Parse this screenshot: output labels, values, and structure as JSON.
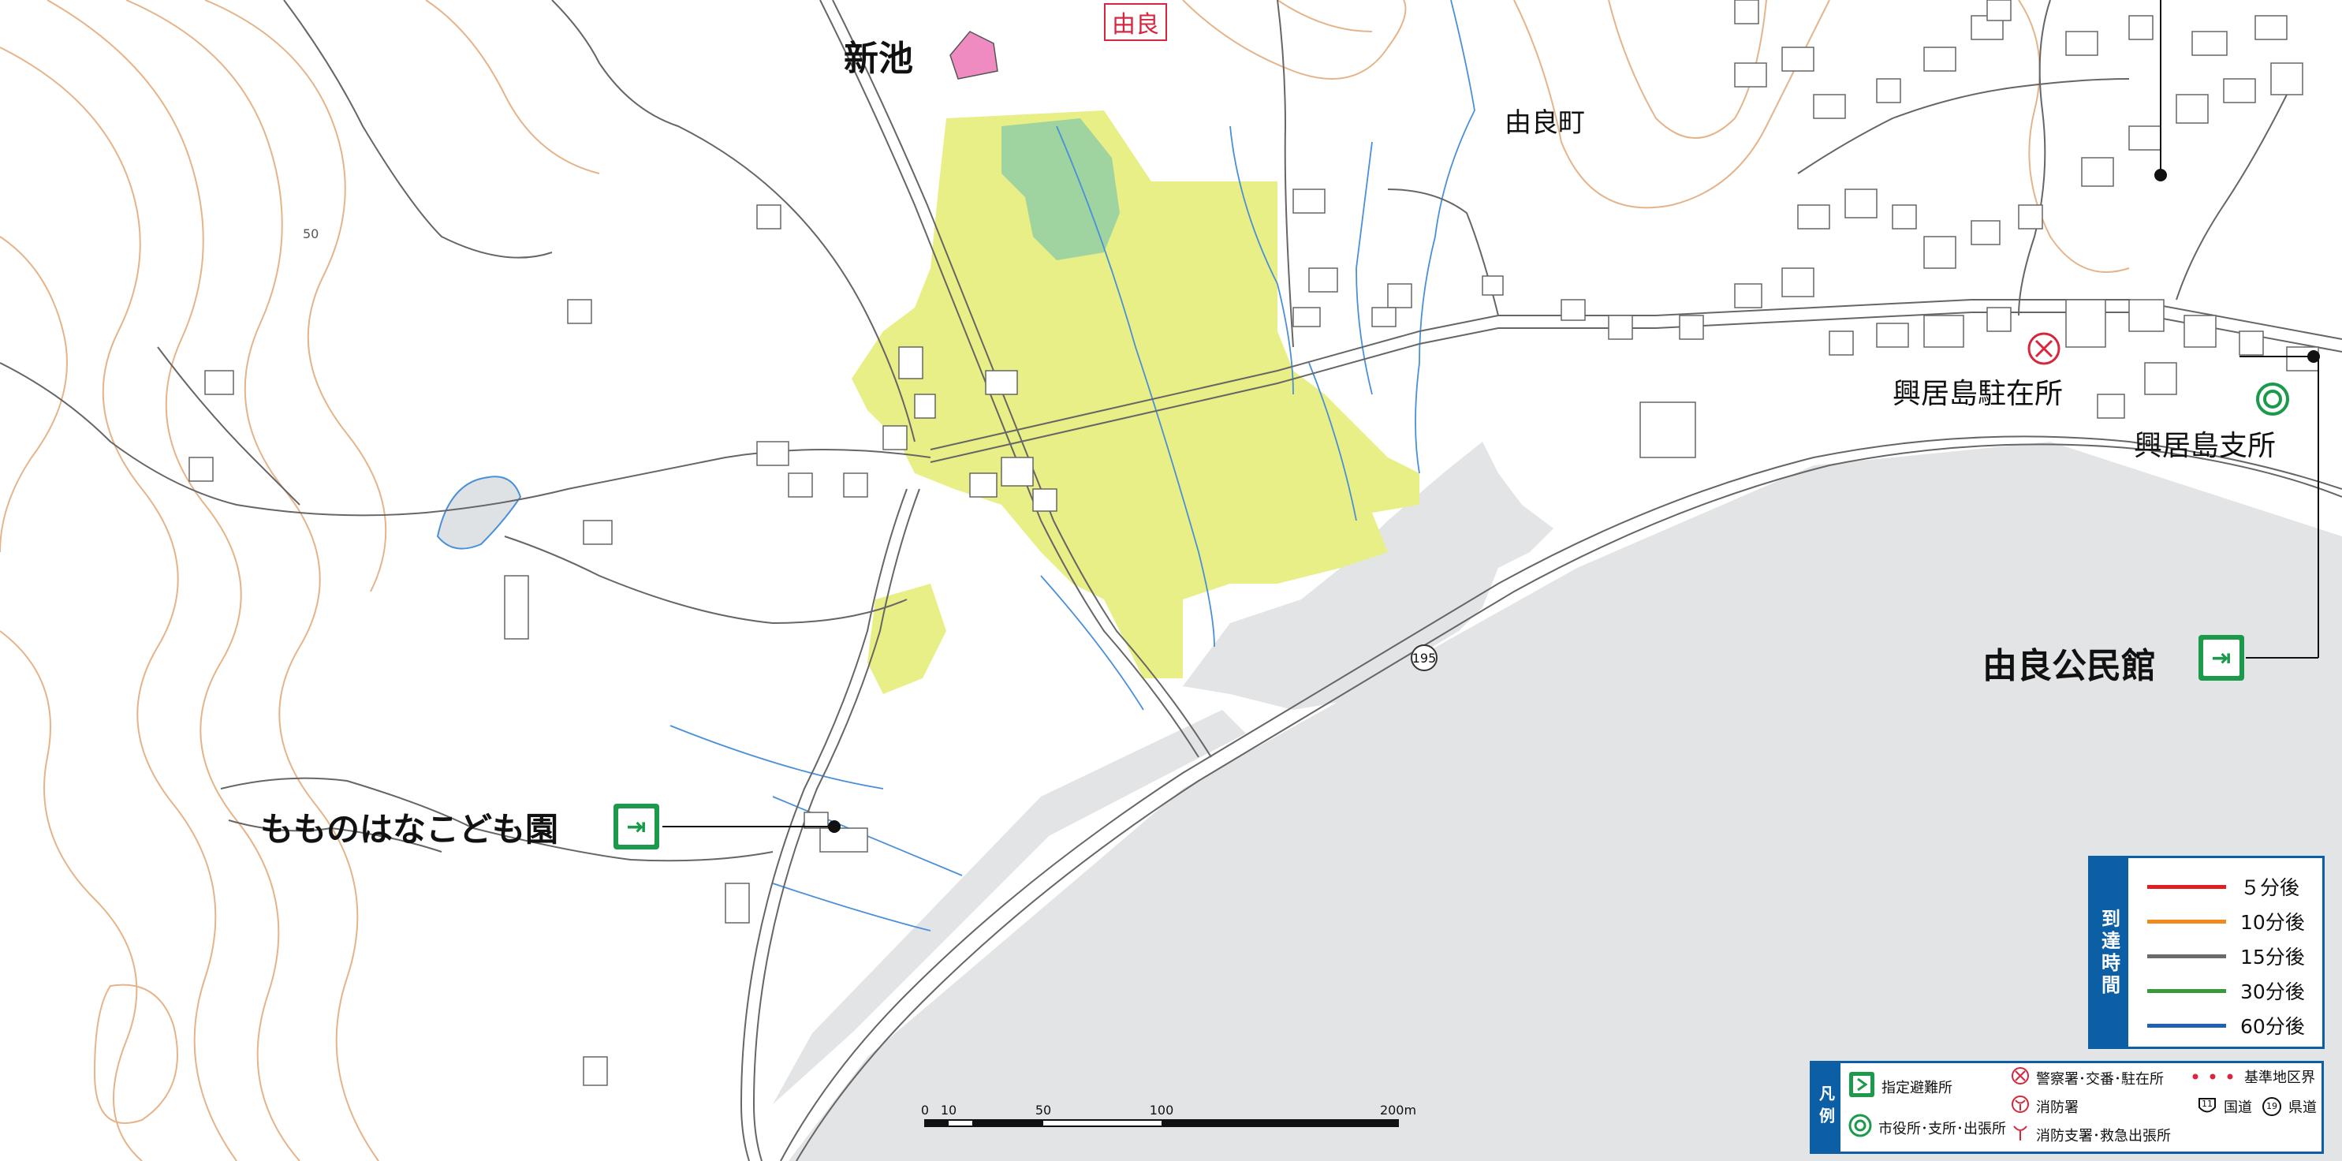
{
  "map": {
    "place_labels": {
      "shinike": "新池",
      "yura_town": "由良町",
      "yura_badge": "由良",
      "contour_50": "50",
      "route_195": "195",
      "police_box": "興居島駐在所",
      "branch_office": "興居島支所",
      "community_hall": "由良公民館",
      "kindergarten": "もものはなこども園"
    },
    "colors": {
      "sea": "#e3e4e6",
      "flood_zone": "#e8ef86",
      "park": "#9fd3a0",
      "pond": "#f08bc2",
      "contour": "#e5b48a",
      "water_line": "#4a90d9",
      "road": "#666666",
      "evac_green": "#1a9a4a",
      "legend_blue": "#0d5fa5"
    },
    "icons": {
      "shelter": "evacuation-shelter-icon",
      "police": "police-box-icon",
      "office": "city-office-icon"
    }
  },
  "time_legend": {
    "title": "到達時間",
    "items": [
      {
        "label": "５分後",
        "color": "#e02020"
      },
      {
        "label": "10分後",
        "color": "#f08a1c"
      },
      {
        "label": "15分後",
        "color": "#6a6a6a"
      },
      {
        "label": "30分後",
        "color": "#3a9a3a"
      },
      {
        "label": "60分後",
        "color": "#1f62b4"
      }
    ]
  },
  "symbol_legend": {
    "title": "凡例",
    "shelter": "指定避難所",
    "office": "市役所･支所･出張所",
    "police": "警察署･交番･駐在所",
    "fire": "消防署",
    "fire_branch": "消防支署･救急出張所",
    "boundary": "基準地区界",
    "national_road": "国道",
    "prefectural_road": "県道",
    "national_road_num": "11",
    "prefectural_road_num": "19"
  },
  "scale": {
    "ticks": [
      "0",
      "10",
      "50",
      "100",
      "200m"
    ]
  }
}
